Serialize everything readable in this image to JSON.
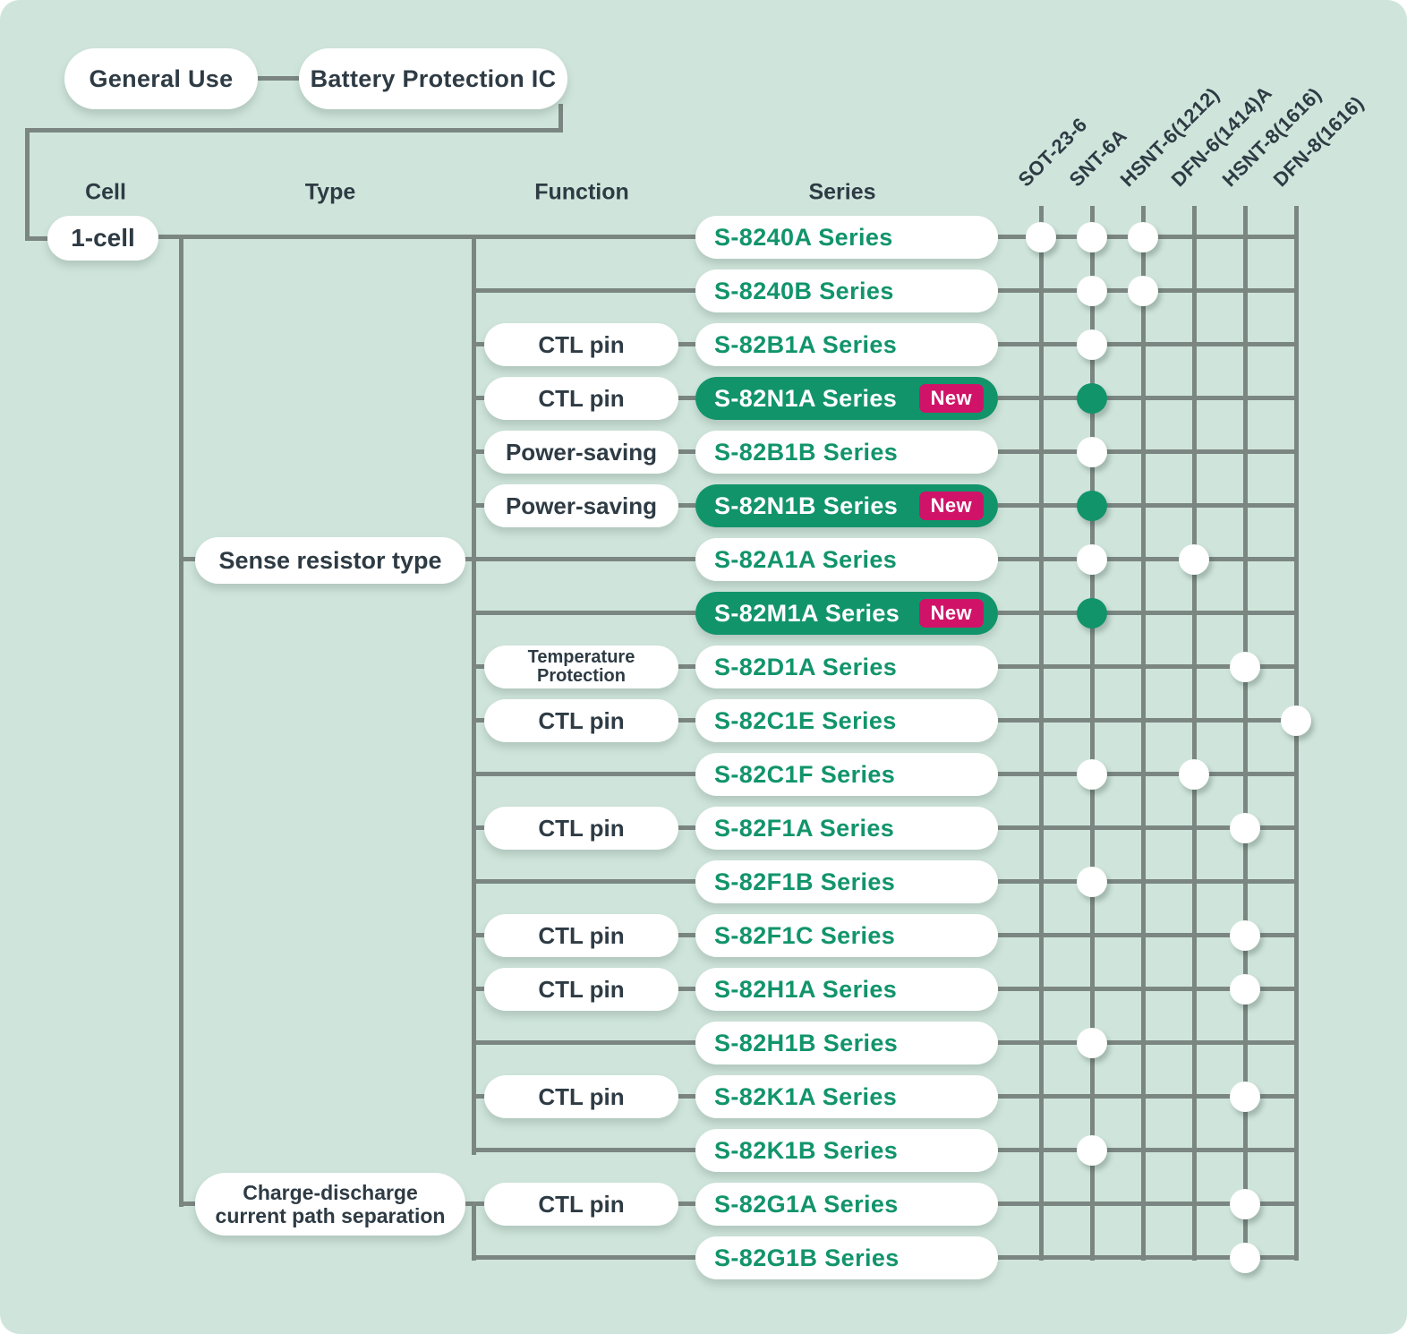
{
  "colors": {
    "background": "#cfe5db",
    "line": "#7b8682",
    "green": "#12946b",
    "dark_text": "#2e3b44",
    "badge_pink": "#d01368"
  },
  "header": {
    "root_label": "General Use",
    "category_label": "Battery Protection IC",
    "columns": [
      "Cell",
      "Type",
      "Function",
      "Series"
    ],
    "packages": [
      "SOT-23-6",
      "SNT-6A",
      "HSNT-6(1212)",
      "DFN-6(1414)A",
      "HSNT-8(1616)",
      "DFN-8(1616)"
    ]
  },
  "cell": {
    "label": "1-cell"
  },
  "types": [
    {
      "label": "Sense resistor type"
    },
    {
      "label": "Charge-discharge current path separation"
    }
  ],
  "badge_label": "New",
  "rows": [
    {
      "series": "S-8240A Series",
      "function": "",
      "is_new": false,
      "packages": [
        1,
        2,
        3
      ]
    },
    {
      "series": "S-8240B Series",
      "function": "",
      "is_new": false,
      "packages": [
        2,
        3
      ]
    },
    {
      "series": "S-82B1A Series",
      "function": "CTL pin",
      "is_new": false,
      "packages": [
        2
      ]
    },
    {
      "series": "S-82N1A Series",
      "function": "CTL pin",
      "is_new": true,
      "packages": [
        2
      ]
    },
    {
      "series": "S-82B1B Series",
      "function": "Power-saving",
      "is_new": false,
      "packages": [
        2
      ]
    },
    {
      "series": "S-82N1B Series",
      "function": "Power-saving",
      "is_new": true,
      "packages": [
        2
      ]
    },
    {
      "series": "S-82A1A Series",
      "function": "",
      "is_new": false,
      "packages": [
        2,
        4
      ]
    },
    {
      "series": "S-82M1A Series",
      "function": "",
      "is_new": true,
      "packages": [
        2
      ]
    },
    {
      "series": "S-82D1A Series",
      "function": "Temperature Protection",
      "is_new": false,
      "packages": [
        5
      ]
    },
    {
      "series": "S-82C1E Series",
      "function": "CTL pin",
      "is_new": false,
      "packages": [
        6
      ]
    },
    {
      "series": "S-82C1F Series",
      "function": "",
      "is_new": false,
      "packages": [
        2,
        4
      ]
    },
    {
      "series": "S-82F1A Series",
      "function": "CTL pin",
      "is_new": false,
      "packages": [
        5
      ]
    },
    {
      "series": "S-82F1B Series",
      "function": "",
      "is_new": false,
      "packages": [
        2
      ]
    },
    {
      "series": "S-82F1C Series",
      "function": "CTL pin",
      "is_new": false,
      "packages": [
        5
      ]
    },
    {
      "series": "S-82H1A Series",
      "function": "CTL pin",
      "is_new": false,
      "packages": [
        5
      ]
    },
    {
      "series": "S-82H1B Series",
      "function": "",
      "is_new": false,
      "packages": [
        2
      ]
    },
    {
      "series": "S-82K1A Series",
      "function": "CTL pin",
      "is_new": false,
      "packages": [
        5
      ]
    },
    {
      "series": "S-82K1B Series",
      "function": "",
      "is_new": false,
      "packages": [
        2
      ]
    },
    {
      "series": "S-82G1A Series",
      "function": "CTL pin",
      "is_new": false,
      "packages": [
        5
      ]
    },
    {
      "series": "S-82G1B Series",
      "function": "",
      "is_new": false,
      "packages": [
        5
      ]
    }
  ]
}
